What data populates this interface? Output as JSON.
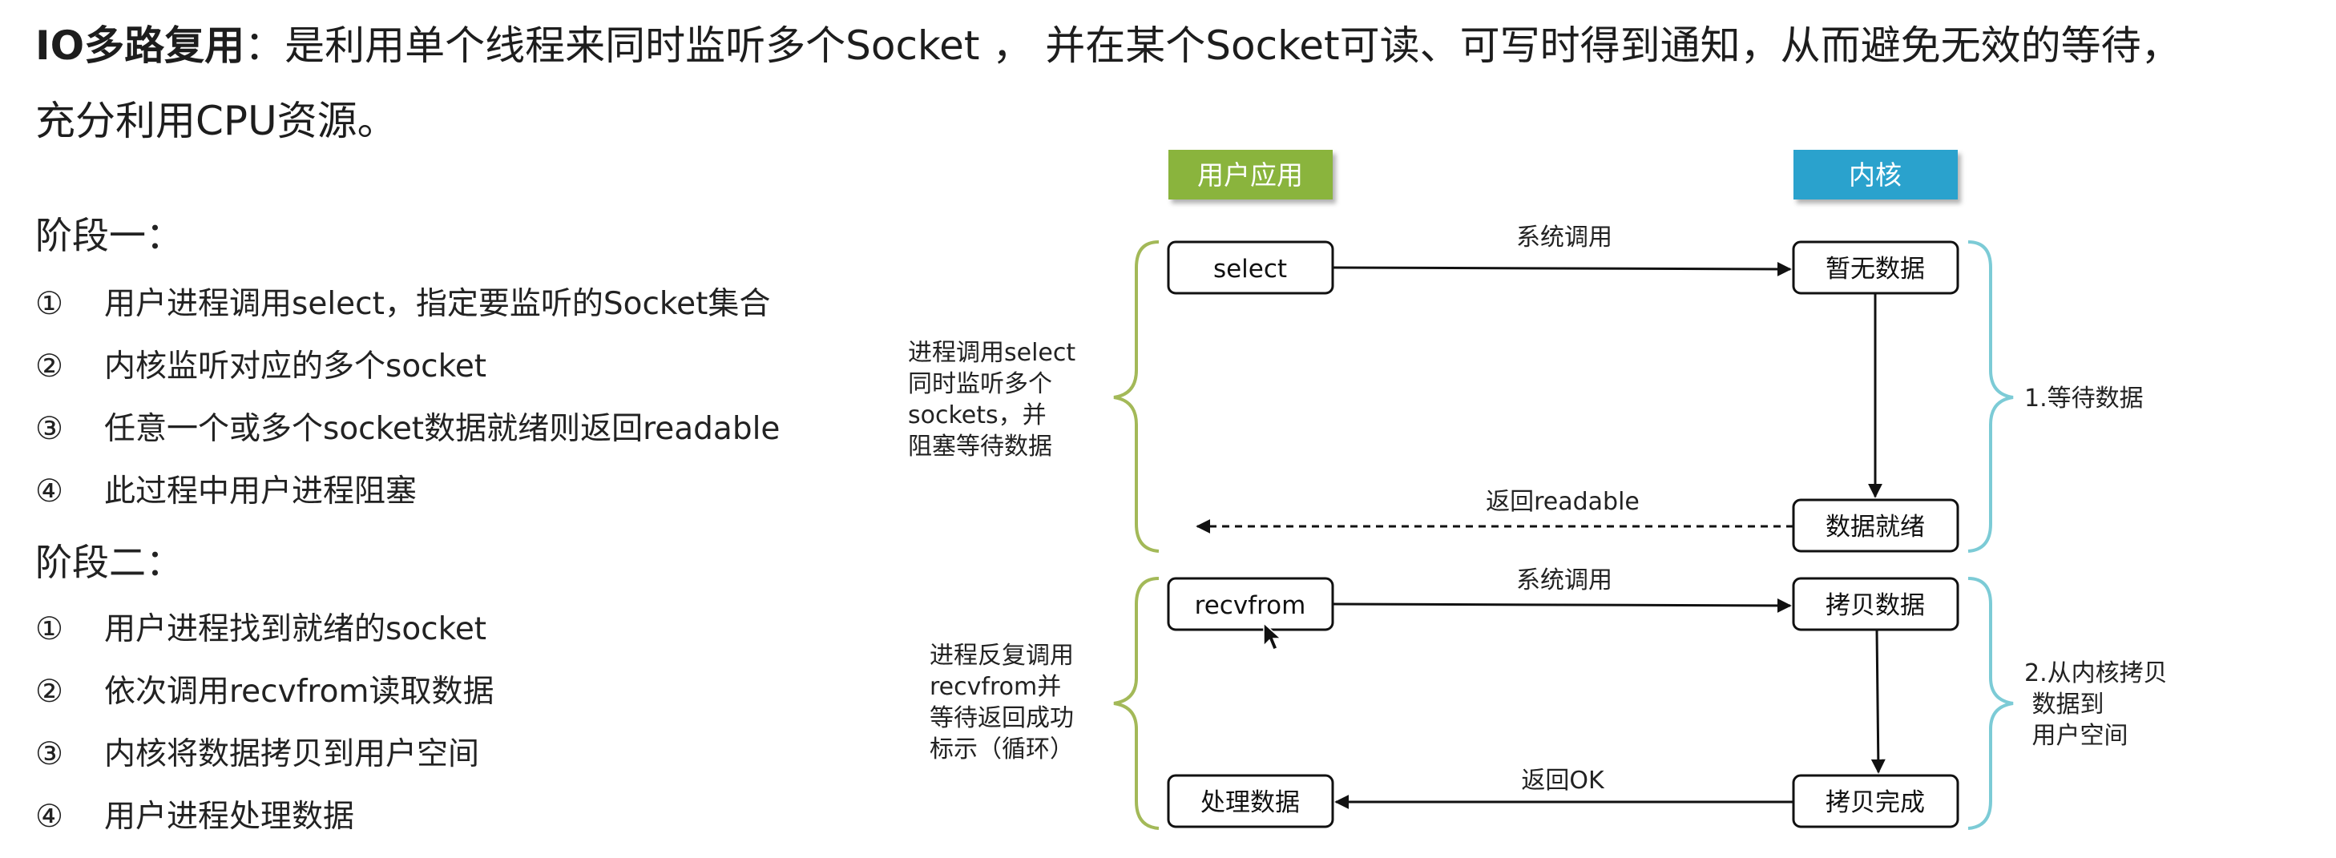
{
  "intro": {
    "term": "IO多路复用",
    "text": "：是利用单个线程来同时监听多个Socket ， 并在某个Socket可读、可写时得到通知，从而避免无效的等待，充分利用CPU资源。"
  },
  "stages": [
    {
      "title": "阶段一：",
      "steps": [
        {
          "num": "①",
          "text": "用户进程调用select，指定要监听的Socket集合"
        },
        {
          "num": "②",
          "text": "内核监听对应的多个socket"
        },
        {
          "num": "③",
          "text": "任意一个或多个socket数据就绪则返回readable"
        },
        {
          "num": "④",
          "text": "此过程中用户进程阻塞"
        }
      ]
    },
    {
      "title": "阶段二：",
      "steps": [
        {
          "num": "①",
          "text": "用户进程找到就绪的socket"
        },
        {
          "num": "②",
          "text": "依次调用recvfrom读取数据"
        },
        {
          "num": "③",
          "text": "内核将数据拷贝到用户空间"
        },
        {
          "num": "④",
          "text": "用户进程处理数据"
        }
      ]
    }
  ],
  "diagram": {
    "headers": {
      "user_app": "用户应用",
      "kernel": "内核"
    },
    "colors": {
      "user_app": "#8ab43c",
      "kernel": "#2aa2cd",
      "user_brace": "#a3b958",
      "kernel_brace": "#7ccbd6"
    },
    "boxes": {
      "select": "select",
      "no_data": "暂无数据",
      "data_ready": "数据就绪",
      "recvfrom": "recvfrom",
      "copy_data": "拷贝数据",
      "process_data": "处理数据",
      "copy_done": "拷贝完成"
    },
    "arrows": {
      "syscall_1": "系统调用",
      "return_readable": "返回readable",
      "syscall_2": "系统调用",
      "return_ok": "返回OK"
    },
    "left_notes": {
      "phase1": [
        "进程调用select",
        "同时监听多个",
        "sockets，并",
        "阻塞等待数据"
      ],
      "phase2": [
        "进程反复调用",
        "recvfrom并",
        "等待返回成功",
        "标示（循环）"
      ]
    },
    "right_notes": {
      "phase1": [
        "1.等待数据"
      ],
      "phase2": [
        "2.从内核拷贝",
        " 数据到",
        " 用户空间"
      ]
    }
  }
}
